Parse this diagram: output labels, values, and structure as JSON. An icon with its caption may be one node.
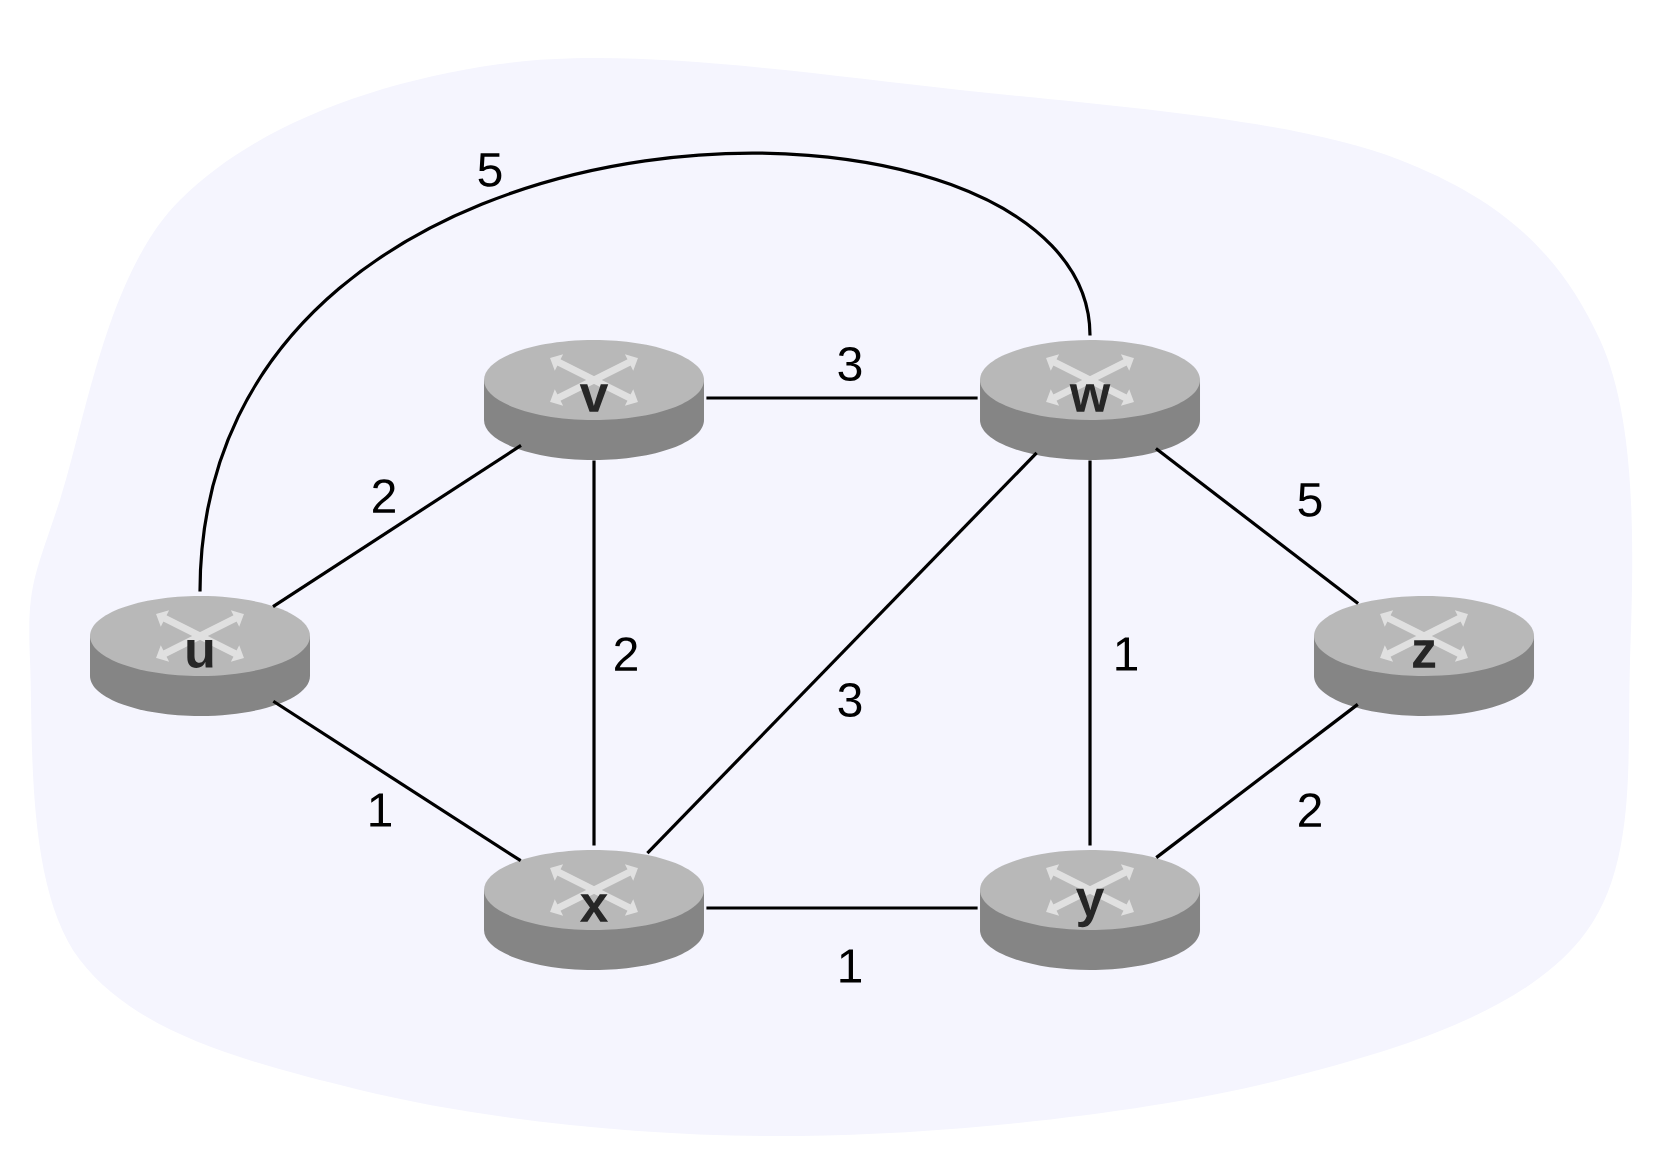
{
  "diagram": {
    "nodes": [
      {
        "text": [
          "u"
        ]
      },
      {
        "text": [
          "v"
        ]
      },
      {
        "text": [
          "w"
        ]
      },
      {
        "text": [
          "x"
        ]
      },
      {
        "text": [
          "y"
        ]
      },
      {
        "text": [
          "z"
        ]
      }
    ],
    "edges": [
      {
        "from": 0,
        "to": 2,
        "arrow": "none",
        "label": "5"
      },
      {
        "from": 0,
        "to": 1,
        "arrow": "none",
        "label": "2"
      },
      {
        "from": 1,
        "to": 2,
        "arrow": "none",
        "label": "3"
      },
      {
        "from": 1,
        "to": 3,
        "arrow": "none",
        "label": "2"
      },
      {
        "from": 3,
        "to": 2,
        "arrow": "none",
        "label": "3"
      },
      {
        "from": 2,
        "to": 4,
        "arrow": "none",
        "label": "1"
      },
      {
        "from": 2,
        "to": 5,
        "arrow": "none",
        "label": "5"
      },
      {
        "from": 0,
        "to": 3,
        "arrow": "none",
        "label": "1"
      },
      {
        "from": 3,
        "to": 4,
        "arrow": "none",
        "label": "1"
      },
      {
        "from": 4,
        "to": 5,
        "arrow": "none",
        "label": "2"
      }
    ]
  }
}
